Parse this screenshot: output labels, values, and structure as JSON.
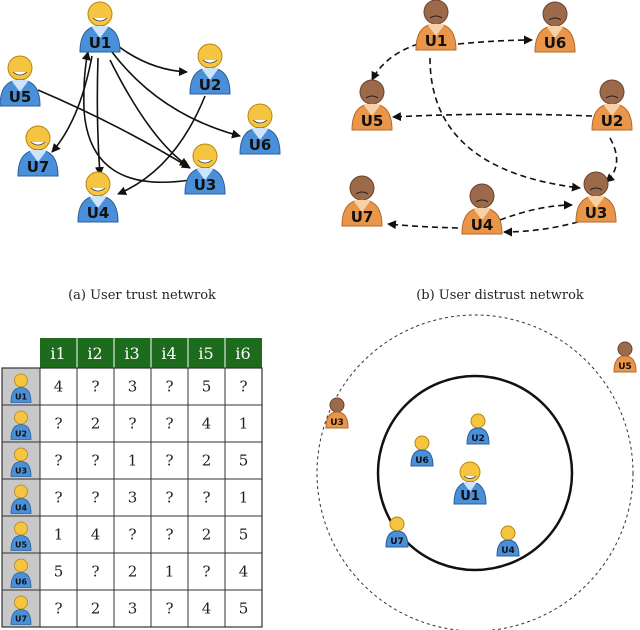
{
  "trust_network": {
    "caption": "(a)  User trust netwrok",
    "users": [
      "U1",
      "U2",
      "U5",
      "U6",
      "U7",
      "U3",
      "U4"
    ]
  },
  "distrust_network": {
    "caption": "(b)  User distrust netwrok",
    "users": [
      "U1",
      "U6",
      "U5",
      "U2",
      "U7",
      "U4",
      "U3"
    ]
  },
  "rating_matrix": {
    "items": [
      "i1",
      "i2",
      "i3",
      "i4",
      "i5",
      "i6"
    ],
    "rows": [
      {
        "user": "U1",
        "ratings": [
          "4",
          "?",
          "3",
          "?",
          "5",
          "?"
        ]
      },
      {
        "user": "U2",
        "ratings": [
          "?",
          "2",
          "?",
          "?",
          "4",
          "1"
        ]
      },
      {
        "user": "U3",
        "ratings": [
          "?",
          "?",
          "1",
          "?",
          "2",
          "5"
        ]
      },
      {
        "user": "U4",
        "ratings": [
          "?",
          "?",
          "3",
          "?",
          "?",
          "1"
        ]
      },
      {
        "user": "U5",
        "ratings": [
          "1",
          "4",
          "?",
          "?",
          "2",
          "5"
        ]
      },
      {
        "user": "U6",
        "ratings": [
          "5",
          "?",
          "2",
          "1",
          "?",
          "4"
        ]
      },
      {
        "user": "U7",
        "ratings": [
          "?",
          "2",
          "3",
          "?",
          "4",
          "5"
        ]
      }
    ]
  },
  "neighborhood": {
    "center": "U1",
    "inner": [
      "U2",
      "U6",
      "U7",
      "U4"
    ],
    "outer": [
      "U3",
      "U5"
    ]
  },
  "colors": {
    "trust_body": "#4a90d9",
    "trust_light": "#cfe3fb",
    "distrust_body": "#e9954a",
    "distrust_light": "#f6d2a8",
    "header_green": "#1d6b1d",
    "row_header_bg": "#c8c8c8"
  }
}
